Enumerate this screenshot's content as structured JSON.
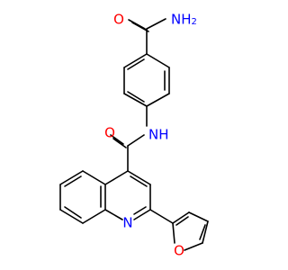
{
  "molecule": {
    "atoms": {
      "amide_o": {
        "text": "O",
        "color": "#ff0000"
      },
      "amide_n": {
        "text": "NH",
        "sub": "2",
        "color": "#0000ff"
      },
      "carbonyl_o": {
        "text": "O",
        "color": "#ff0000"
      },
      "nh_link": {
        "text": "NH",
        "color": "#0000ff"
      },
      "ring_n": {
        "text": "N",
        "color": "#0000ff"
      },
      "furan_o": {
        "text": "O",
        "color": "#ff0000"
      }
    }
  }
}
